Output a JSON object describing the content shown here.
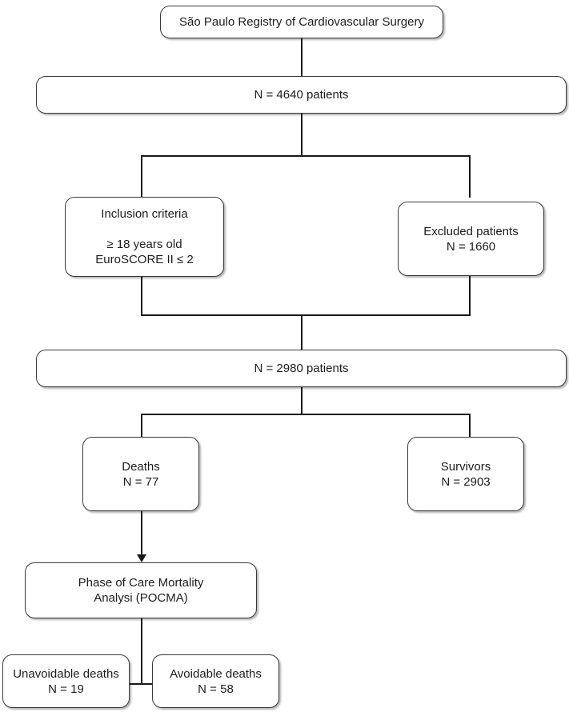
{
  "diagram": {
    "title": "CONSORT-style patient flow diagram",
    "type": "flowchart",
    "colors": {
      "background": "#ffffff",
      "node_border": "#3b3b3b",
      "node_fill": "#ffffff",
      "edge": "#1a1a1a",
      "text": "#1d1d1d"
    },
    "nodes": [
      {
        "id": "registry",
        "label": "São Paulo Registry of Cardiovascular Surgery"
      },
      {
        "id": "total",
        "label": "N = 4640 patients"
      },
      {
        "id": "inclusion",
        "label": "Inclusion criteria\n\n≥ 18 years old\nEuroSCORE II ≤ 2"
      },
      {
        "id": "excluded",
        "label": "Excluded patients\nN = 1660"
      },
      {
        "id": "included",
        "label": "N = 2980 patients"
      },
      {
        "id": "deaths",
        "label": "Deaths\nN = 77"
      },
      {
        "id": "survivors",
        "label": "Survivors\nN = 2903"
      },
      {
        "id": "pocma",
        "label": "Phase of Care Mortality\nAnalysi (POCMA)"
      },
      {
        "id": "unavoidable",
        "label": "Unavoidable deaths\nN = 19"
      },
      {
        "id": "avoidable",
        "label": "Avoidable deaths\nN = 58"
      }
    ],
    "edges": [
      {
        "id": "registry-to-total",
        "from": "registry",
        "to": "total"
      },
      {
        "id": "total-to-split",
        "from": "total",
        "to": "inclusion-excluded-split"
      },
      {
        "id": "split-to-inclusion",
        "from": "inclusion-excluded-split",
        "to": "inclusion"
      },
      {
        "id": "split-to-excluded",
        "from": "inclusion-excluded-split",
        "to": "excluded"
      },
      {
        "id": "inclusion-to-merge",
        "from": "inclusion",
        "to": "included-merge"
      },
      {
        "id": "excluded-to-merge",
        "from": "excluded",
        "to": "included-merge"
      },
      {
        "id": "merge-to-included",
        "from": "included-merge",
        "to": "included"
      },
      {
        "id": "included-to-split2",
        "from": "included",
        "to": "outcome-split"
      },
      {
        "id": "split2-to-deaths",
        "from": "outcome-split",
        "to": "deaths"
      },
      {
        "id": "split2-to-survivors",
        "from": "outcome-split",
        "to": "survivors"
      },
      {
        "id": "deaths-to-pocma",
        "from": "deaths",
        "to": "pocma",
        "arrow": true
      },
      {
        "id": "pocma-to-unavoidable",
        "from": "pocma",
        "to": "unavoidable"
      },
      {
        "id": "pocma-to-avoidable",
        "from": "pocma",
        "to": "avoidable"
      }
    ]
  }
}
